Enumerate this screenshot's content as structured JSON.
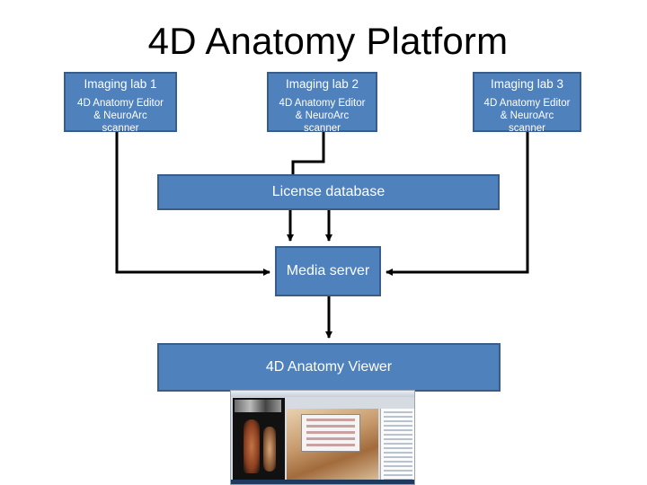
{
  "title": "4D Anatomy Platform",
  "labs": [
    {
      "head": "Imaging lab 1",
      "sub": [
        "4D Anatomy Editor",
        "& NeuroArc",
        "scanner"
      ]
    },
    {
      "head": "Imaging lab 2",
      "sub": [
        "4D Anatomy Editor",
        "& NeuroArc",
        "scanner"
      ]
    },
    {
      "head": "Imaging lab 3",
      "sub": [
        "4D Anatomy Editor",
        "& NeuroArc",
        "scanner"
      ]
    }
  ],
  "license_database": "License database",
  "media_server": "Media server",
  "viewer": "4D Anatomy Viewer",
  "colors": {
    "box_fill": "#4f81bd",
    "box_border": "#385d8a",
    "arrow": "#000000"
  }
}
